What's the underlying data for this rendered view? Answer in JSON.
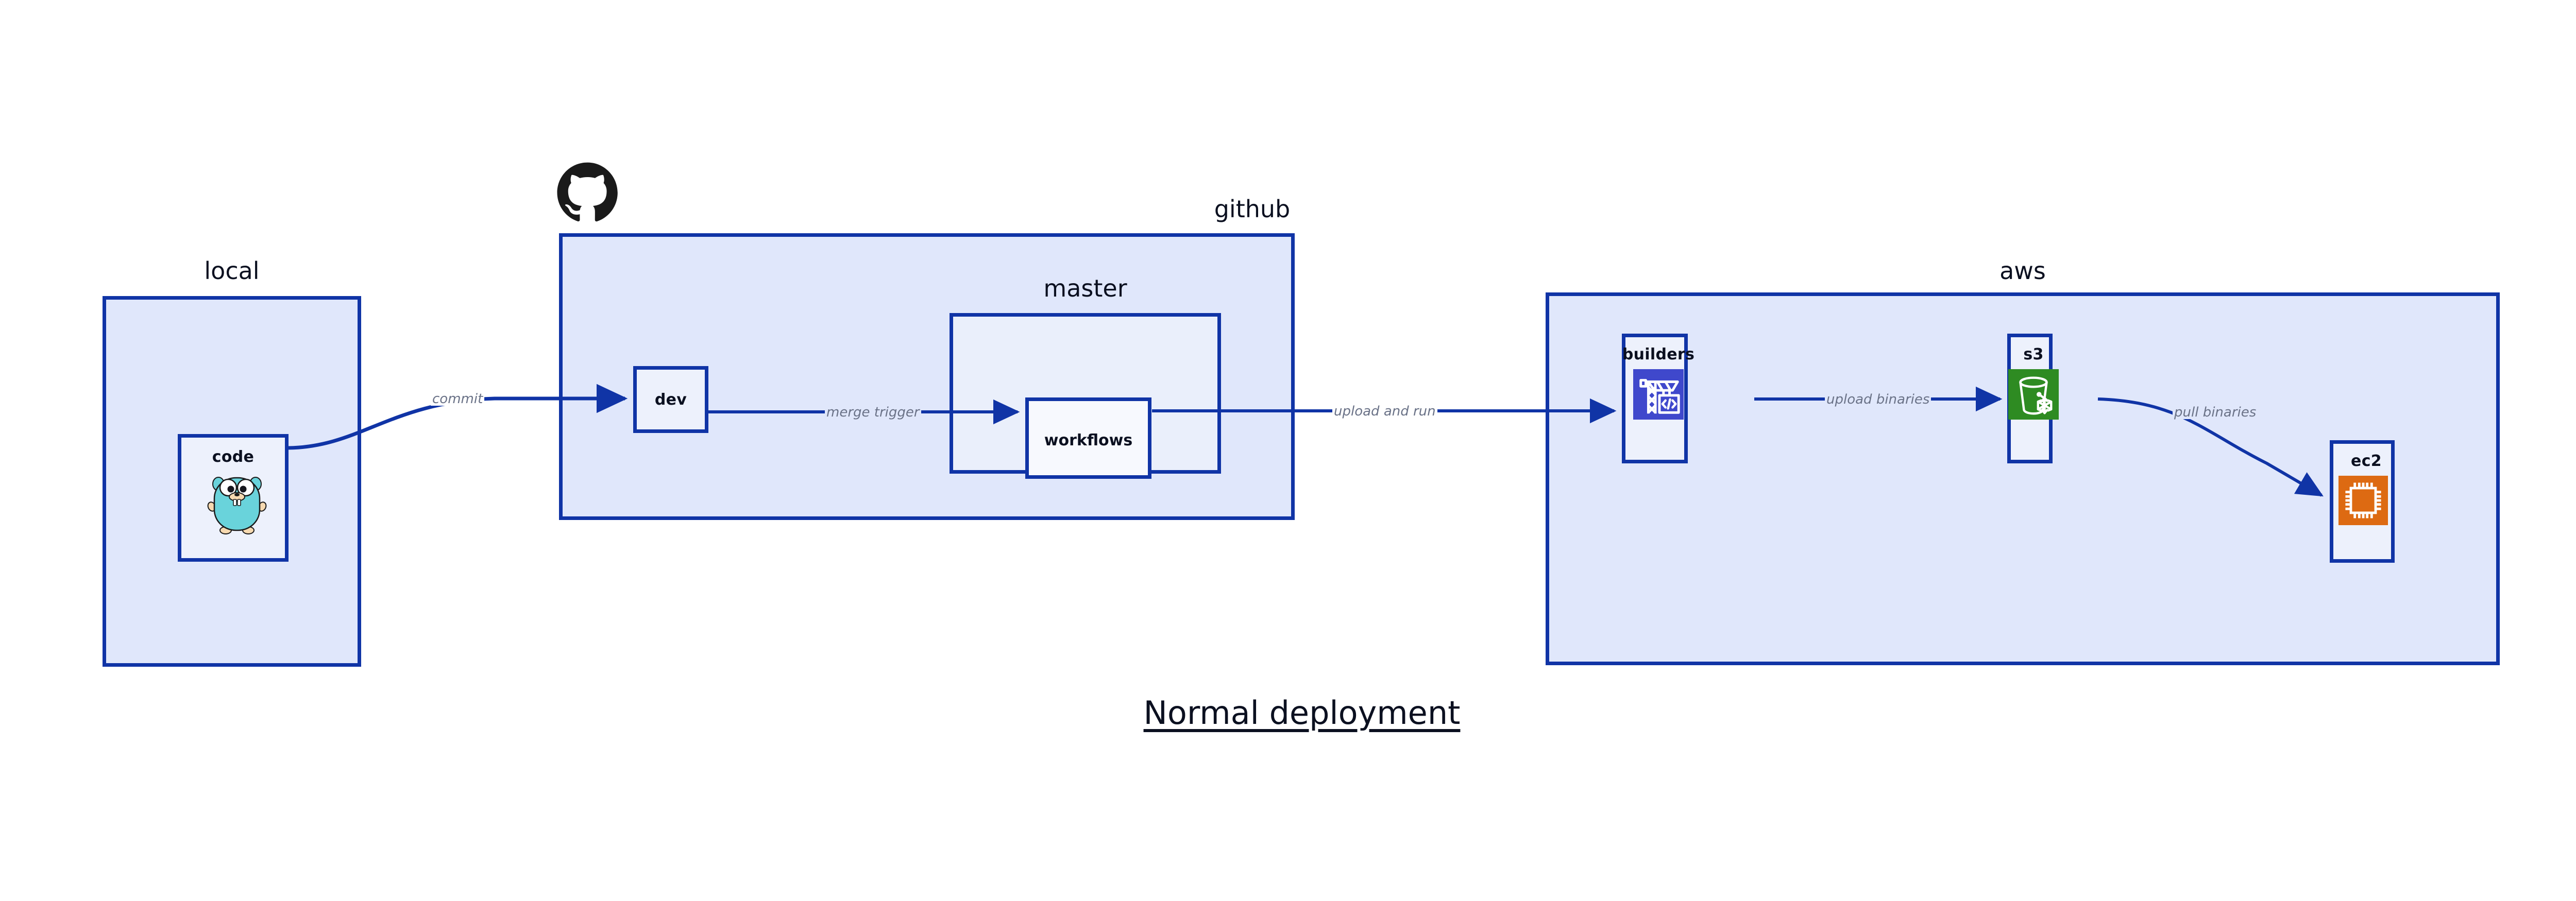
{
  "title": "Normal deployment",
  "groups": [
    {
      "id": "local",
      "label": "local"
    },
    {
      "id": "github",
      "label": "github"
    },
    {
      "id": "master",
      "label": "master"
    },
    {
      "id": "aws",
      "label": "aws"
    }
  ],
  "nodes": [
    {
      "id": "code",
      "label": "code",
      "icon": "go-gopher-icon"
    },
    {
      "id": "dev",
      "label": "dev",
      "icon": "none"
    },
    {
      "id": "workflows",
      "label": "workflows",
      "icon": "none"
    },
    {
      "id": "builders",
      "label": "builders",
      "icon": "aws-codebuild-icon"
    },
    {
      "id": "s3",
      "label": "s3",
      "icon": "aws-s3-glacier-icon"
    },
    {
      "id": "ec2",
      "label": "ec2",
      "icon": "aws-ec2-icon"
    }
  ],
  "edges": [
    {
      "id": "commit",
      "label": "commit",
      "from": "code",
      "to": "dev"
    },
    {
      "id": "merge-trigger",
      "label": "merge trigger",
      "from": "dev",
      "to": "workflows"
    },
    {
      "id": "upload-run",
      "label": "upload and run",
      "from": "workflows",
      "to": "builders"
    },
    {
      "id": "upload-bin",
      "label": "upload binaries",
      "from": "builders",
      "to": "s3"
    },
    {
      "id": "pull-bin",
      "label": "pull binaries",
      "from": "s3",
      "to": "ec2"
    }
  ],
  "icons": {
    "github_logo": "github-octocat-icon"
  },
  "colors": {
    "edge": "#1034A6",
    "group_border": "#1034A6",
    "group_fill": "#E0E7FB",
    "node_fill": "#EDF1FC",
    "label_text": "#6A7287",
    "title_text": "#0B1020",
    "codebuild": "#3F48CC",
    "glacier": "#2E8B22",
    "ec2": "#DD6A12",
    "gopher": "#69D3DB"
  }
}
